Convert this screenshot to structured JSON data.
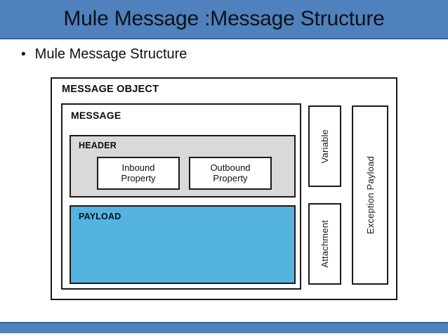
{
  "slide": {
    "title": "Mule Message :Message Structure",
    "title_band_color": "#4F81BD",
    "bullet_symbol": "•",
    "bullet_text": "Mule Message Structure"
  },
  "diagram": {
    "outer": {
      "label": "MESSAGE OBJECT"
    },
    "message": {
      "label": "MESSAGE"
    },
    "header": {
      "label": "HEADER",
      "fill_color": "#d9d9d9",
      "properties": [
        {
          "line1": "Inbound",
          "line2": "Property"
        },
        {
          "line1": "Outbound",
          "line2": "Property"
        }
      ]
    },
    "payload": {
      "label": "PAYLOAD",
      "fill_color": "#55B3E0"
    },
    "side_boxes": [
      {
        "label": "Variable"
      },
      {
        "label": "Attachment"
      },
      {
        "label": "Exception Payload"
      }
    ]
  },
  "footer": {
    "band_color": "#4F81BD"
  }
}
